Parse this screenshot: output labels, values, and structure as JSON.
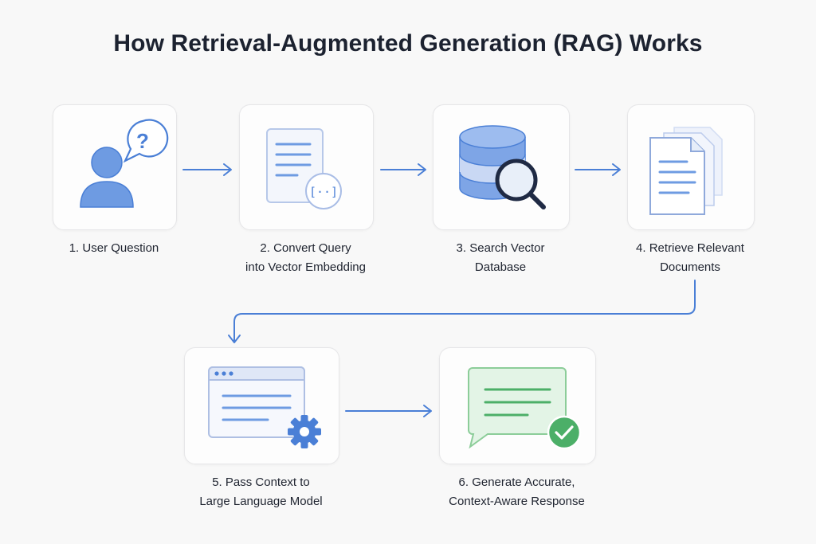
{
  "title": "How Retrieval-Augmented Generation (RAG) Works",
  "steps": [
    {
      "label": "1. User Question",
      "icon": "user-question-icon"
    },
    {
      "label": "2. Convert Query\ninto Vector Embedding",
      "icon": "document-embedding-icon"
    },
    {
      "label": "3. Search Vector\nDatabase",
      "icon": "database-search-icon"
    },
    {
      "label": "4. Retrieve Relevant\nDocuments",
      "icon": "documents-icon"
    },
    {
      "label": "5. Pass Context to\nLarge Language Model",
      "icon": "window-gear-icon"
    },
    {
      "label": "6. Generate Accurate,\nContext-Aware Response",
      "icon": "chat-check-icon"
    }
  ],
  "embedding_symbol": "[··]",
  "colors": {
    "accent": "#4a7fd6",
    "icon_fill": "#6e9be2",
    "icon_light": "#c9d8f4",
    "success": "#4caf68",
    "success_light": "#e3f4e6"
  }
}
